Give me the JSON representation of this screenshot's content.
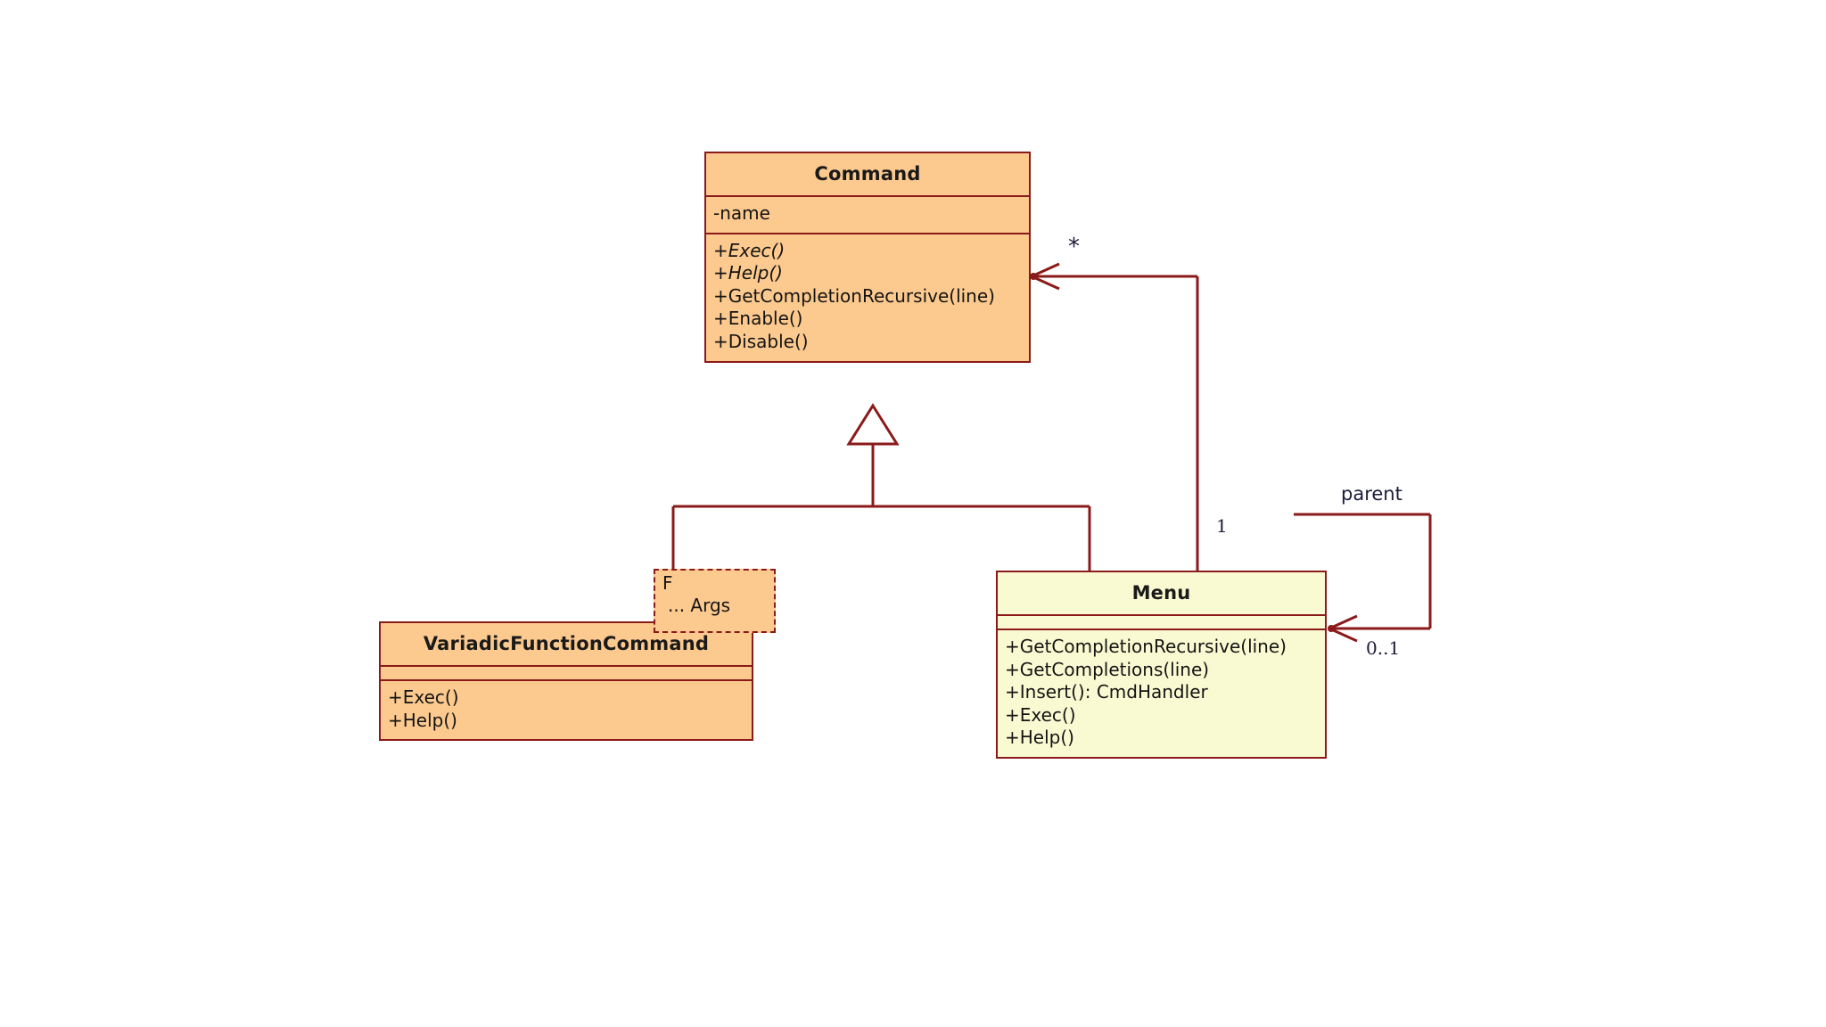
{
  "diagram": {
    "type": "uml-class-diagram",
    "background_color": "#ffffff",
    "line_color": "#8B1A1A",
    "classes": [
      {
        "id": "command",
        "name": "Command",
        "fill": "#FCC98E",
        "attributes": [
          "-name"
        ],
        "operations": [
          {
            "text": "+Exec()",
            "abstract": true
          },
          {
            "text": "+Help()",
            "abstract": true
          },
          {
            "text": "+GetCompletionRecursive(line)",
            "abstract": false
          },
          {
            "text": "+Enable()",
            "abstract": false
          },
          {
            "text": "+Disable()",
            "abstract": false
          }
        ]
      },
      {
        "id": "variadic",
        "name": "VariadicFunctionCommand",
        "fill": "#FCC98E",
        "attributes": [],
        "operations": [
          {
            "text": "+Exec()",
            "abstract": false
          },
          {
            "text": "+Help()",
            "abstract": false
          }
        ],
        "template_parameters": [
          "F",
          "... Args"
        ]
      },
      {
        "id": "menu",
        "name": "Menu",
        "fill": "#FAFAD2",
        "attributes": [],
        "operations": [
          {
            "text": "+GetCompletionRecursive(line)",
            "abstract": false
          },
          {
            "text": "+GetCompletions(line)",
            "abstract": false
          },
          {
            "text": "+Insert(): CmdHandler",
            "abstract": false
          },
          {
            "text": "+Exec()",
            "abstract": false
          },
          {
            "text": "+Help()",
            "abstract": false
          }
        ]
      }
    ],
    "edge_labels": {
      "command_menu_source_mult": "*",
      "command_menu_target_mult": "1",
      "menu_parent_role": "parent",
      "menu_parent_mult": "0..1"
    }
  }
}
